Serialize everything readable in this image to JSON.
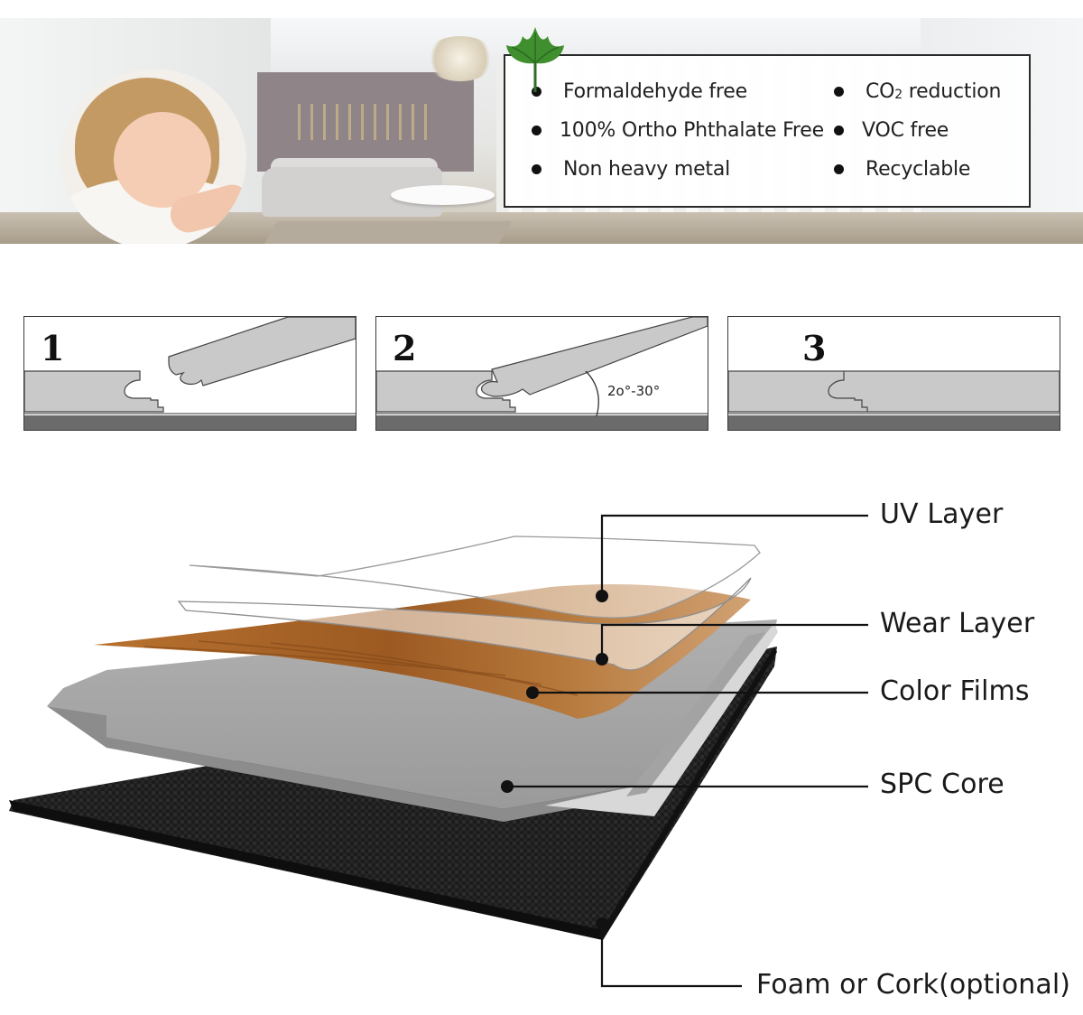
{
  "banner": {
    "features": [
      {
        "text": "Formaldehyde free"
      },
      {
        "text": "100% Ortho Phthalate Free"
      },
      {
        "text": "Non heavy metal"
      },
      {
        "text_prefix": "CO",
        "text_sub": "2",
        "text_suffix": " reduction"
      },
      {
        "text": "VOC free"
      },
      {
        "text": "Recyclable"
      }
    ]
  },
  "installation_steps": [
    {
      "number": "1"
    },
    {
      "number": "2",
      "angle_label": "2o°-30°"
    },
    {
      "number": "3"
    }
  ],
  "layers": [
    {
      "label": "UV Layer"
    },
    {
      "label": "Wear Layer"
    },
    {
      "label": "Color Films"
    },
    {
      "label": "SPC Core"
    },
    {
      "label": "Foam or Cork(optional)"
    }
  ],
  "colors": {
    "board_core": "#c9c9c9",
    "board_base": "#6b6b6b",
    "wood_film": "#b06a2c",
    "spc_core": "#9d9d9d",
    "foam_base": "#202020"
  }
}
